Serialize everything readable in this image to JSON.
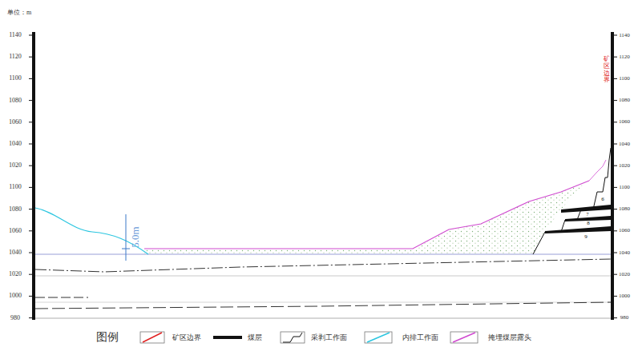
{
  "diagram": {
    "labels": [
      "单位：m",
      "1140",
      "1120",
      "1100",
      "1080",
      "1060",
      "1040",
      "1020",
      "1100",
      "1080",
      "1060",
      "1040",
      "1020",
      "1000",
      "980",
      "1140",
      "1120",
      "1100",
      "1080",
      "1060",
      "1040",
      "1020",
      "1100",
      "1080",
      "1060",
      "1040",
      "1020",
      "1000",
      "980",
      "矿区边界",
      "5.0m",
      "6",
      "7",
      "8",
      "9",
      "图例"
    ],
    "legend": [
      {
        "text": "矿区边界"
      },
      {
        "text": "煤层"
      },
      {
        "text": "采剥工作面"
      },
      {
        "text": "内排工作面"
      },
      {
        "text": "掩埋煤层露头"
      }
    ]
  }
}
